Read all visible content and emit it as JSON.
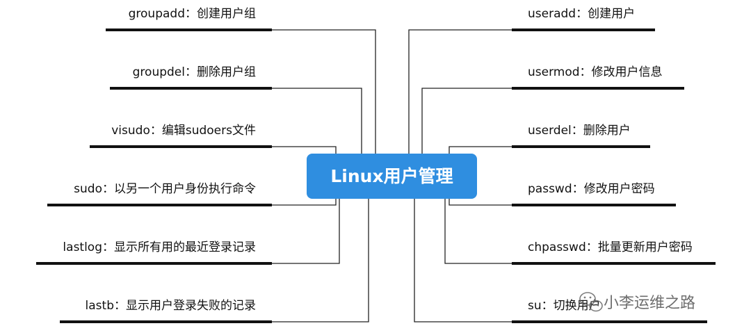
{
  "center": {
    "title": "Linux用户管理",
    "color": "#2f8ee0"
  },
  "left_nodes": [
    {
      "text": "groupadd：创建用户组"
    },
    {
      "text": "groupdel：删除用户组"
    },
    {
      "text": "visudo：编辑sudoers文件"
    },
    {
      "text": "sudo：以另一个用户身份执行命令"
    },
    {
      "text": "lastlog：显示所有用的最近登录记录"
    },
    {
      "text": "lastb：显示用户登录失败的记录"
    }
  ],
  "right_nodes": [
    {
      "text": "useradd：创建用户"
    },
    {
      "text": "usermod：修改用户信息"
    },
    {
      "text": "userdel：删除用户"
    },
    {
      "text": "passwd：修改用户密码"
    },
    {
      "text": "chpasswd：批量更新用户密码"
    },
    {
      "text": "su：切换用户"
    }
  ],
  "watermark": {
    "text": "小李运维之路",
    "icon": "wechat-icon"
  }
}
